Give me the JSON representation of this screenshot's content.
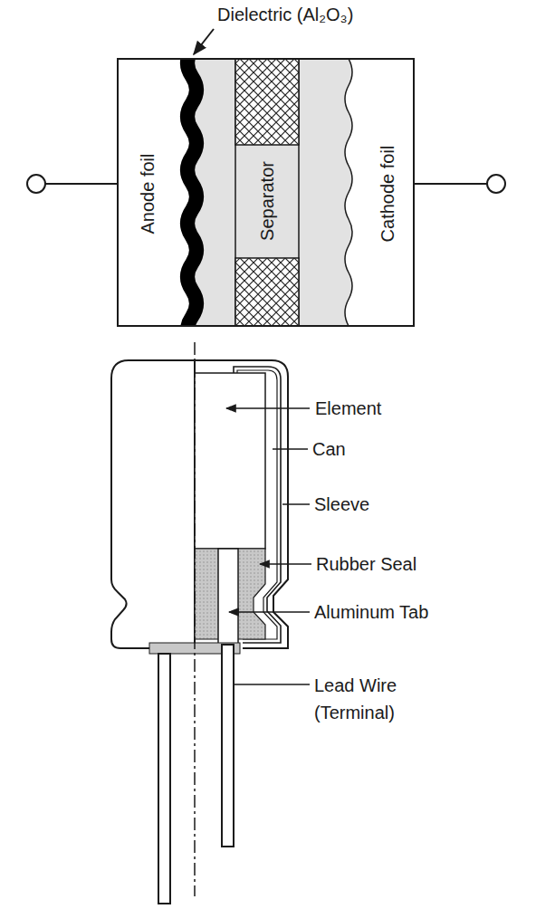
{
  "diagram": {
    "labels": [
      "Dielectric (Al₂O₃)",
      "Anode foil",
      "Separator",
      "Cathode foil",
      "Element",
      "Can",
      "Sleeve",
      "Rubber Seal",
      "Aluminum Tab",
      "Lead Wire (Terminal)"
    ]
  }
}
